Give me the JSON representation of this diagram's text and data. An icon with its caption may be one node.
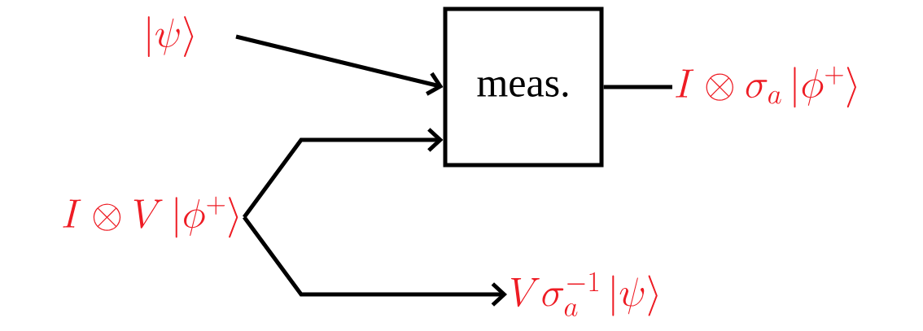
{
  "diagram": {
    "nodes": [
      {
        "text": [
          "|\\psi\\rangle"
        ]
      },
      {
        "text": [
          "meas."
        ]
      },
      {
        "text": [
          "I\\otimes\\sigma_a\\,|\\phi^+\\rangle"
        ]
      },
      {
        "text": [
          "I\\otimes V\\,|\\phi^+\\rangle"
        ]
      },
      {
        "text": [
          "V\\sigma_a^{-1}\\,|\\psi\\rangle"
        ]
      }
    ],
    "edges": [
      {
        "from": 0,
        "to": 1,
        "arrow": "to"
      },
      {
        "from": 3,
        "to": 1,
        "arrow": "to"
      },
      {
        "from": 3,
        "to": 4,
        "arrow": "to"
      },
      {
        "from": 1,
        "to": 2,
        "arrow": "none"
      }
    ]
  }
}
